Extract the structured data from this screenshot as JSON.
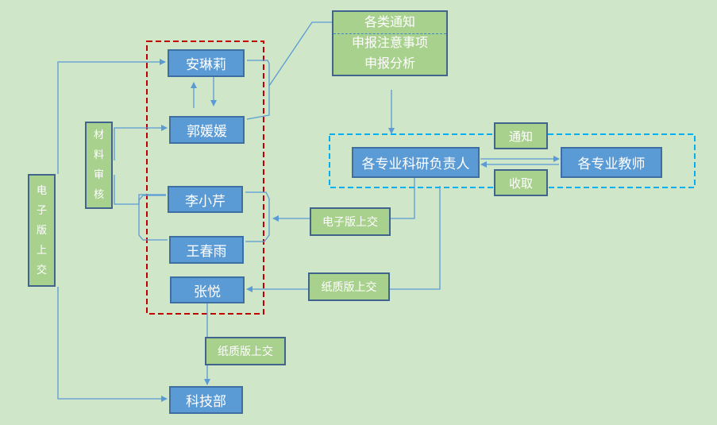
{
  "nodes": {
    "anlinli": "安琳莉",
    "guoyuanyuan": "郭媛媛",
    "lixiaoqin": "李小芹",
    "wangchunyu": "王春雨",
    "zhangyue": "张悦",
    "kejibu": "科技部",
    "fuzeren": "各专业科研负责人",
    "jiaoshi": "各专业教师",
    "tongzhi": "通知",
    "shouqu": "收取",
    "dianzi_shangjiao": "电子版上交",
    "zhizhi_shangjiao_1": "纸质版上交",
    "zhizhi_shangjiao_2": "纸质版上交",
    "notice_box": [
      "各类通知",
      "申报注意事项",
      "申报分析"
    ],
    "cailiao_shenhe": [
      "材",
      "料",
      "审",
      "核"
    ],
    "dianzi_ban_shangjiao_vertical": [
      "电",
      "子",
      "版",
      "上",
      "交"
    ]
  },
  "colors": {
    "background": "#cfe6c8",
    "blue_fill": "#5b9bd5",
    "green_fill": "#a9d18e",
    "connector": "#5b9bd5",
    "red_dashed_group": "#c00000",
    "cyan_dashed_group": "#00b0f0"
  }
}
